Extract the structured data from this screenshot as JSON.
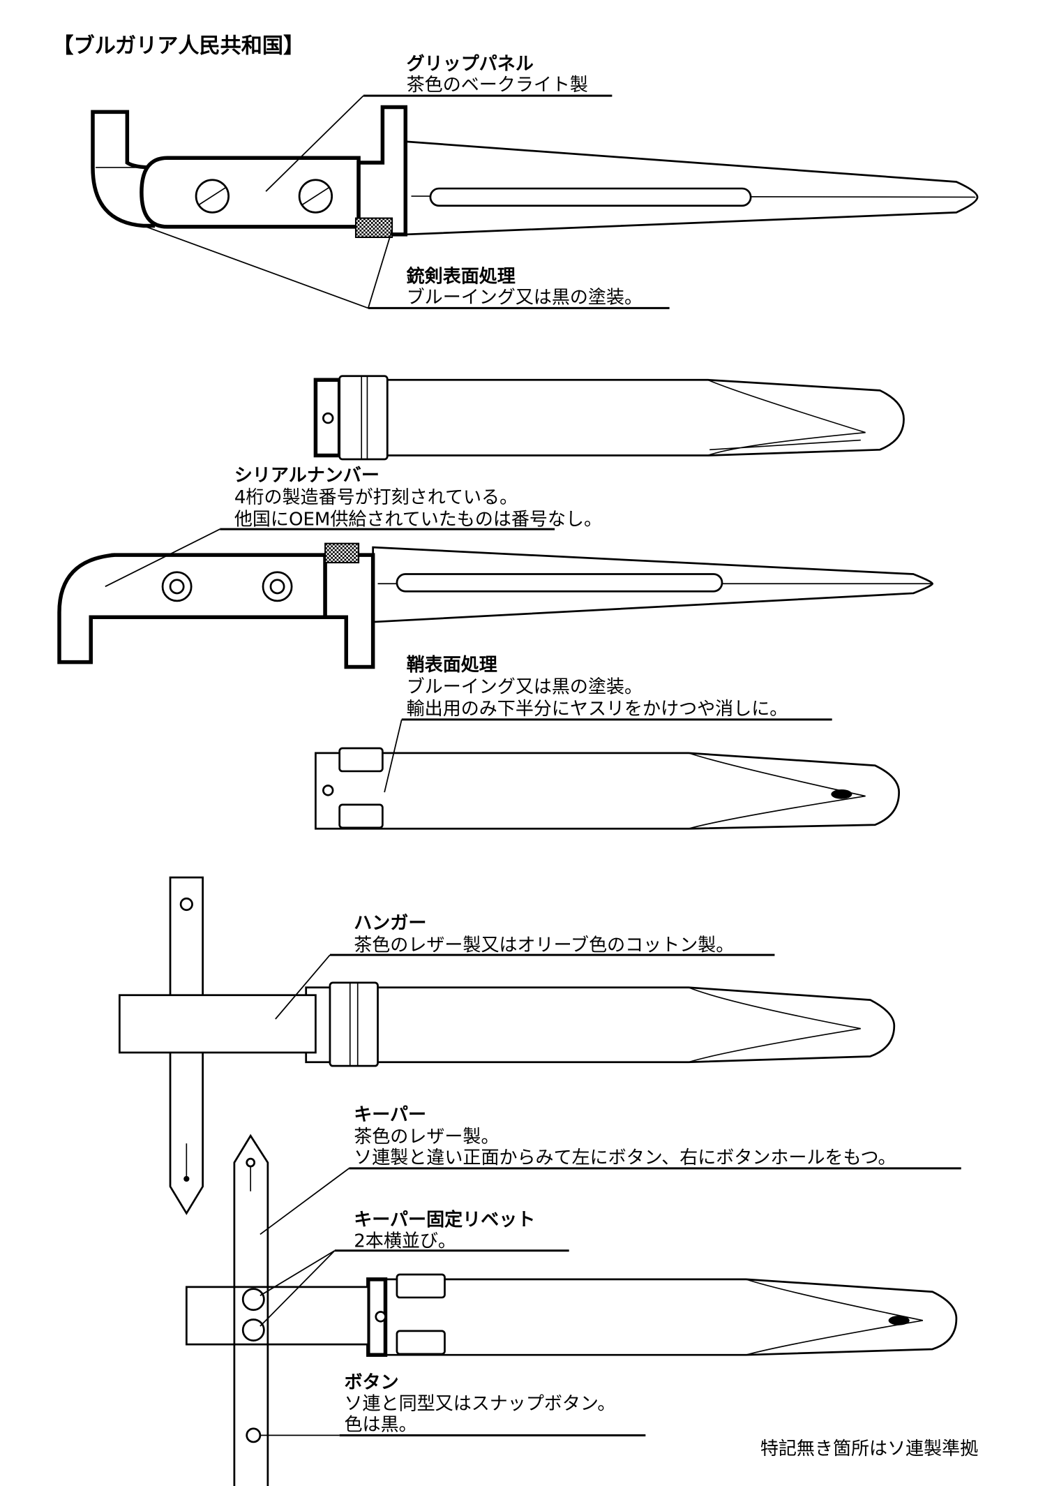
{
  "title": "【ブルガリア人民共和国】",
  "annotations": {
    "grip_panel": {
      "heading": "グリップパネル",
      "lines": [
        "茶色のベークライト製"
      ]
    },
    "bayonet_finish": {
      "heading": "銃剣表面処理",
      "lines": [
        "ブルーイング又は黒の塗装。"
      ]
    },
    "serial_number": {
      "heading": "シリアルナンバー",
      "lines": [
        "4桁の製造番号が打刻されている。",
        "他国にOEM供給されていたものは番号なし。"
      ]
    },
    "scabbard_finish": {
      "heading": "鞘表面処理",
      "lines": [
        "ブルーイング又は黒の塗装。",
        "輸出用のみ下半分にヤスリをかけつや消しに。"
      ]
    },
    "hanger": {
      "heading": "ハンガー",
      "lines": [
        "茶色のレザー製又はオリーブ色のコットン製。"
      ]
    },
    "keeper": {
      "heading": "キーパー",
      "lines": [
        "茶色のレザー製。",
        "ソ連製と違い正面からみて左にボタン、右にボタンホールをもつ。"
      ]
    },
    "keeper_rivets": {
      "heading": "キーパー固定リベット",
      "lines": [
        "2本横並び。"
      ]
    },
    "button": {
      "heading": "ボタン",
      "lines": [
        "ソ連と同型又はスナップボタン。",
        "色は黒。"
      ]
    }
  },
  "footnote": "特記無き箇所はソ連製準拠"
}
